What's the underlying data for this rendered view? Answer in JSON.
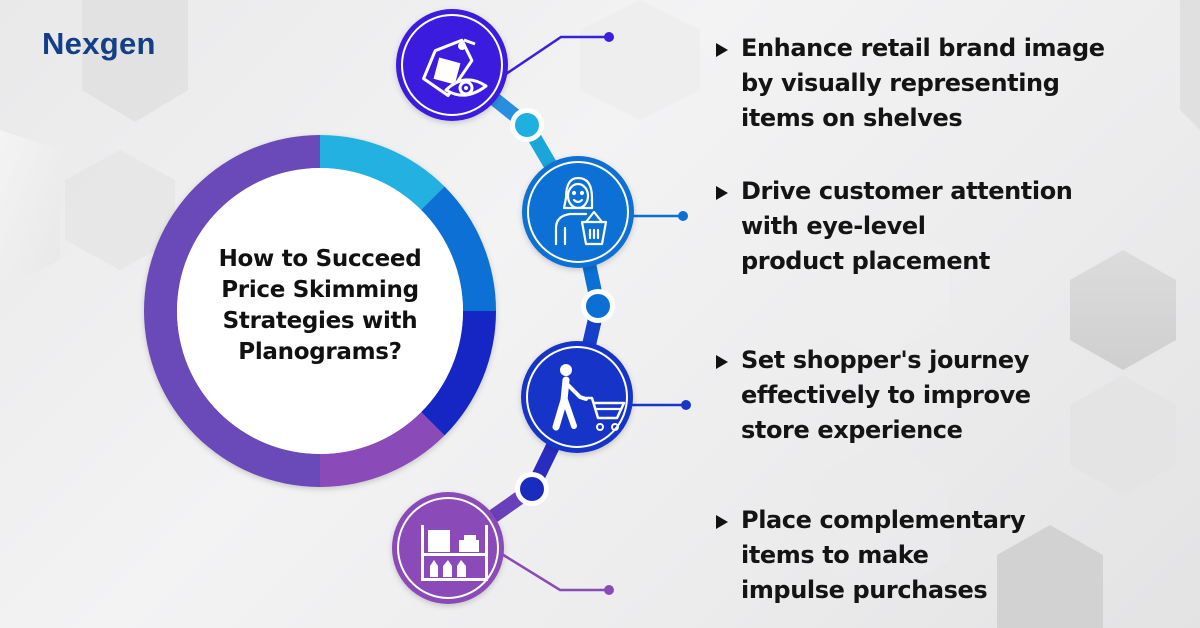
{
  "brand": {
    "name": "Nexgen",
    "color": "#143e87"
  },
  "title": {
    "text": "How to Succeed Price Skimming Strategies with Planograms?"
  },
  "ring": {
    "segments": [
      {
        "name": "cyan",
        "color": "#20b1e0",
        "from_deg": 0,
        "to_deg": 45
      },
      {
        "name": "blue",
        "color": "#0b6fd4",
        "from_deg": 45,
        "to_deg": 90
      },
      {
        "name": "dark-blue",
        "color": "#1727c4",
        "from_deg": 90,
        "to_deg": 135
      },
      {
        "name": "purple",
        "color": "#8a4bb8",
        "from_deg": 135,
        "to_deg": 180
      },
      {
        "name": "violet",
        "color": "#6a49b8",
        "from_deg": 180,
        "to_deg": 360
      }
    ]
  },
  "nodes": [
    {
      "icon": "price-tag-eye-icon",
      "color": "#3a1fde"
    },
    {
      "icon": "woman-with-basket-icon",
      "color": "#0b6fd4"
    },
    {
      "icon": "person-pushing-cart-icon",
      "color": "#1936c8"
    },
    {
      "icon": "store-shelf-icon",
      "color": "#8a4bb8"
    }
  ],
  "points": [
    {
      "text": "Enhance retail brand image\nby visually representing\nitems on shelves"
    },
    {
      "text": "Drive customer attention\nwith eye-level\nproduct placement"
    },
    {
      "text": "Set shopper's journey\neffectively to improve\nstore experience"
    },
    {
      "text": "Place complementary\nitems to make\nimpulse purchases"
    }
  ]
}
